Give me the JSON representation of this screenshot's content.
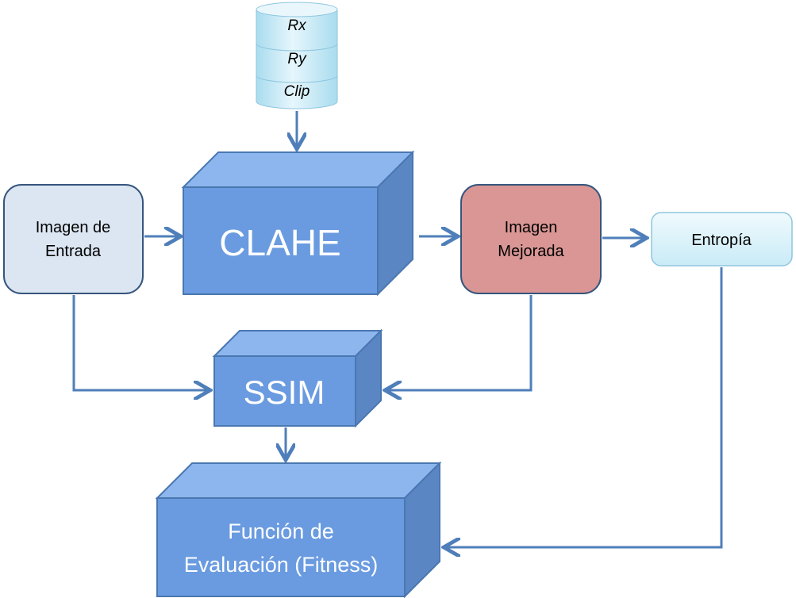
{
  "params": {
    "items": [
      "Rx",
      "Ry",
      "Clip"
    ]
  },
  "nodes": {
    "input_image": {
      "line1": "Imagen de",
      "line2": "Entrada"
    },
    "clahe": {
      "label": "CLAHE"
    },
    "enhanced_image": {
      "line1": "Imagen",
      "line2": "Mejorada"
    },
    "entropy": {
      "label": "Entropía"
    },
    "ssim": {
      "label": "SSIM"
    },
    "fitness": {
      "line1": "Función de",
      "line2": "Evaluación (Fitness)"
    }
  },
  "colors": {
    "arrow": "#4f7fba",
    "box_blue": "#6a9be0",
    "box_top": "#8db6ee",
    "box_side": "#5a86c4",
    "box_border": "#4a77b0",
    "input_fill": "#dce6f2",
    "input_border": "#35557d",
    "enhanced_fill": "#d99694",
    "entropy_fill": "#dff2fa",
    "db_fill": "#b7e3f3"
  }
}
